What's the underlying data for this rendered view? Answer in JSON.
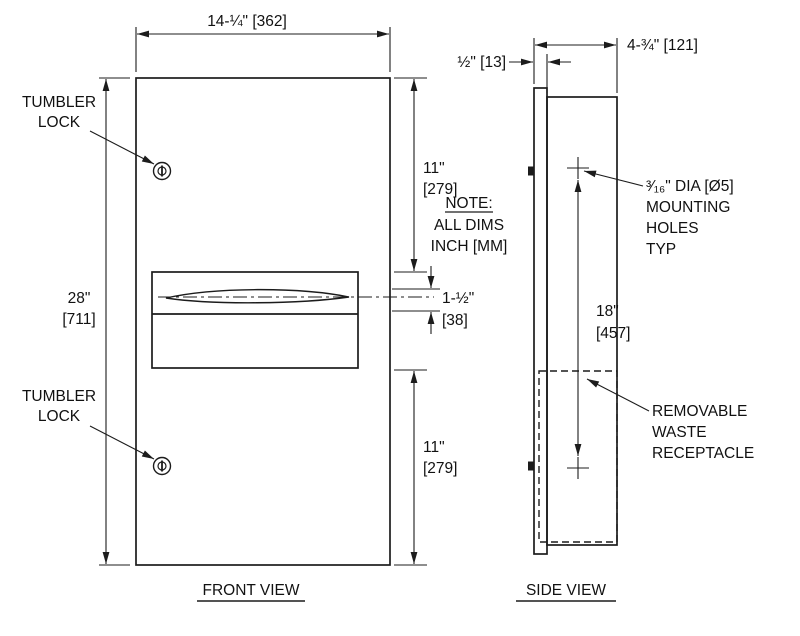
{
  "front_view": {
    "caption": "FRONT VIEW",
    "dim_width": "14-¼\" [362]",
    "dim_height_in": "28\"",
    "dim_height_mm": "[711]",
    "dim_top_in": "11\"",
    "dim_top_mm": "[279]",
    "dim_bottom_in": "11\"",
    "dim_bottom_mm": "[279]",
    "dim_slot_in": "1-½\"",
    "dim_slot_mm": "[38]",
    "lock_top_line1": "TUMBLER",
    "lock_top_line2": "LOCK",
    "lock_bottom_line1": "TUMBLER",
    "lock_bottom_line2": "LOCK",
    "note_line1": "NOTE:",
    "note_line2": "ALL DIMS",
    "note_line3": "INCH [MM]"
  },
  "side_view": {
    "caption": "SIDE VIEW",
    "dim_depth": "4-¾\" [121]",
    "dim_panel": "½\" [13]",
    "dim_holes_in": "18\"",
    "dim_holes_mm": "[457]",
    "holes_line1": "³⁄₁₆\" DIA [Ø5]",
    "holes_line2": "MOUNTING",
    "holes_line3": "HOLES",
    "holes_line4": "TYP",
    "waste_line1": "REMOVABLE",
    "waste_line2": "WASTE",
    "waste_line3": "RECEPTACLE"
  }
}
